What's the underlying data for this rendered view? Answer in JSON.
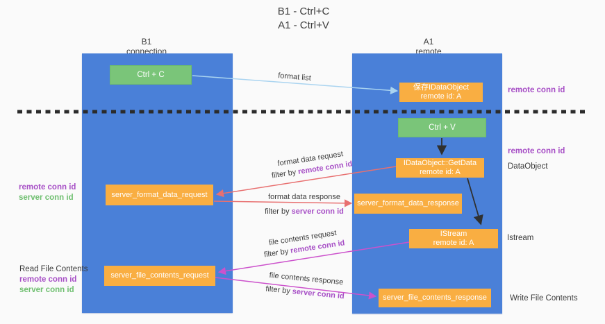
{
  "title": {
    "line1": "B1 - Ctrl+C",
    "line2": "A1 - Ctrl+V"
  },
  "lanes": {
    "left": {
      "name": "B1",
      "role": "connection"
    },
    "right": {
      "name": "A1",
      "role": "remote"
    }
  },
  "nodes": {
    "ctrl_c": "Ctrl + C",
    "ctrl_v": "Ctrl + V",
    "save_idataobject": {
      "line1": "保存IDataObject",
      "line2": "remote id: A"
    },
    "getdata": {
      "line1": "IDataObject::GetData",
      "line2": "remote id: A"
    },
    "istream": {
      "line1": "IStream",
      "line2": "remote id: A"
    },
    "server_format_data_request": "server_format_data_request",
    "server_format_data_response": "server_format_data_response",
    "server_file_contents_request": "server_file_contents_request",
    "server_file_contents_response": "server_file_contents_response"
  },
  "arrow_labels": {
    "format_list": "format list",
    "format_data_request": {
      "title": "format data request",
      "filter_prefix": "filter by ",
      "filter_key": "remote conn id"
    },
    "format_data_response": {
      "title": "format data response",
      "filter_prefix": "filter by ",
      "filter_key": "server conn id"
    },
    "file_contents_request": {
      "title": "file contents request",
      "filter_prefix": "filter by ",
      "filter_key": "remote conn id"
    },
    "file_contents_response": {
      "title": "file contents response",
      "filter_prefix": "filter by ",
      "filter_key": "server conn id"
    }
  },
  "side_labels": {
    "left_mid": {
      "remote": "remote conn id",
      "server": "server conn id"
    },
    "left_bottom": {
      "title": "Read File Contents",
      "remote": "remote conn id",
      "server": "server conn id"
    },
    "right_top": "remote conn id",
    "right_mid": "remote conn id",
    "right_dataobject": "DataObject",
    "right_istream": "Istream",
    "right_write": "Write File Contents"
  },
  "colors": {
    "lane_blue": "#4A80D8",
    "node_orange": "#F9AE42",
    "node_green": "#7AC579",
    "label_purple": "#A74FC6",
    "label_green": "#6FBF70",
    "arrow_red": "#E87070",
    "arrow_magenta": "#CC52CC",
    "arrow_light_blue": "#AAD4F0",
    "arrow_black": "#303030",
    "divider_black": "#2B2B2B"
  }
}
